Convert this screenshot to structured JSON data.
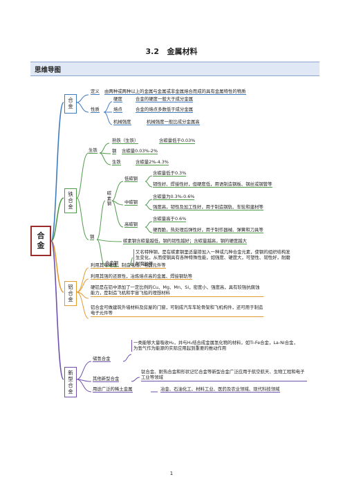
{
  "header": {
    "section": "3.2",
    "title": "金属材料",
    "banner": "思维导图"
  },
  "root": "合金",
  "branches": {
    "alloy": {
      "label": "合金",
      "definition_label": "定义",
      "definition": "由两种或两种以上的金属与金属或非金属熔合而成的具有金属特性的物质",
      "property_label": "性质",
      "hardness_label": "硬度",
      "hardness": "合金的硬度一般大于成分金属",
      "melting_label": "熔点",
      "melting": "合金的熔点多数低于成分金属",
      "strength_label": "机械强度",
      "strength": "机械强度一般比成分金属高"
    },
    "iron": {
      "label": "铁合金",
      "pig_iron_label": "生铁",
      "cast_iron_label": "熟铁（生铁）",
      "cast_iron": "含碳量低于0.03%",
      "steel_label": "钢",
      "steel": "含碳量0.03%-2%",
      "pig_label": "生铁",
      "pig": "含碳量2%-4.3%",
      "carbon_steel_label": "碳素钢",
      "low_label": "低碳钢",
      "low_1": "含碳量低于0.3%",
      "low_2": "韧性好、焊接性好，但硬度低，用语制造钢板、钢丝或钢管等",
      "mid_label": "中碳钢",
      "mid_1": "含碳量为0.3%-0.6%",
      "mid_2": "强度高，韧性及加工性好，用于制造钢轨、车轮和建材等",
      "high_label": "高碳钢",
      "high_1": "含碳量高于0.6%",
      "high_2": "硬而脆，热处理后弹性好，用于制作器械、弹簧和刀具等",
      "steel_branch_label": "钢",
      "carbon_summary": "碳素钢含碳量越低，钢的韧性越好；含碳量越高，钢的硬度越大",
      "alloy_steel_label": "合金钢",
      "alloy_steel": "又名特种钢，是在碳素钢里适量掺加入一种或几种合金元素，使钢的组织结构发生变化，从而使钢具有各种特殊性能，如强度、硬度大，可塑性、韧性好，耐磨耐腐蚀等"
    },
    "aluminum": {
      "label": "铝合金",
      "line_1": "利用其导电性，制造电线、电器元件等",
      "line_2": "利用其强的还原性，冶炼熔点高的金属、焊接钢轨等",
      "line_3": "硬铝是在铝中添加了一定比例的Cu、Mg、Mn、Si，密度小、强度高，具有较强抗腐蚀能力，是制造飞机和宇宙飞船的理想材料",
      "line_4": "铝合金可做建筑外墙材料及房屋的门窗，可制成汽车车轮骨架和飞机构件，还可用于制造电子元件等"
    },
    "new": {
      "label": "新型合金",
      "hydrogen_label": "储氢合金",
      "hydrogen": "一类能够大量吸收H₂，并与H₂结合成金属氢化物的材料，如Ti-Fe合金，La-Ni合金，为氢气作为能源的实际应用起到重要的推动作用",
      "other_label": "其他新型合金",
      "other": "钛合金、耐热合金和形状记忆合金等新型合金广泛应用于航空航天、生物工程和电子工业等领域",
      "rare_label": "用途广泛的稀土金属",
      "rare": "冶金、石油化工、材料工业、医药及农业领域、现代科技领域"
    }
  },
  "page_number": "1",
  "colors": {
    "alloy": "#3d7ac0",
    "iron": "#4f9a4a",
    "aluminum": "#e39a2d",
    "new": "#6e4fae",
    "root": "#9b2c2c"
  }
}
